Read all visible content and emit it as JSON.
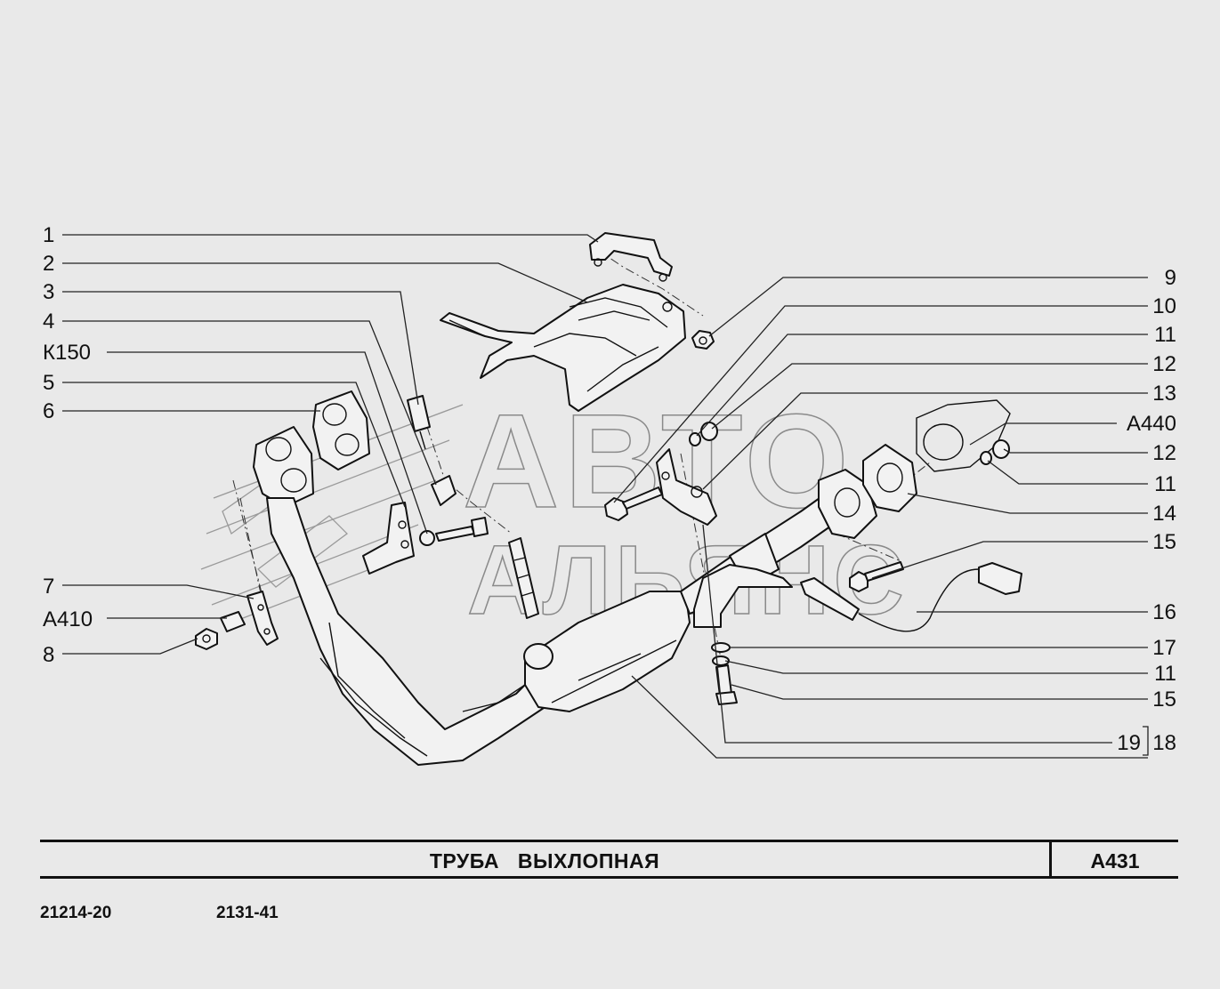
{
  "title": "ТРУБА    ВЫХЛОПНАЯ",
  "section_code": "А431",
  "models": [
    "21214-20",
    "2131-41"
  ],
  "watermark": [
    "АВТО",
    "АЛЬЯНС"
  ],
  "callouts_left": [
    "1",
    "2",
    "3",
    "4",
    "К150",
    "5",
    "6",
    "7",
    "А410",
    "8"
  ],
  "callouts_right": [
    "9",
    "10",
    "11",
    "12",
    "13",
    "А440",
    "12",
    "11",
    "14",
    "15",
    "16",
    "17",
    "11",
    "15",
    "19",
    "18"
  ]
}
